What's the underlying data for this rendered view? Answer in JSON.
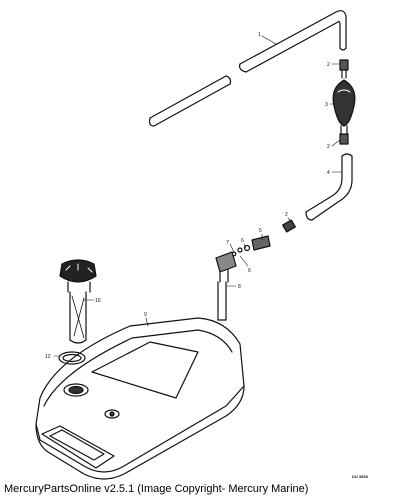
{
  "footer": {
    "text": "MercuryPartsOnline v2.5.1 (Image Copyright- Mercury Marine)"
  },
  "diagram": {
    "code": "DU 3898",
    "callouts": [
      "1",
      "2",
      "3",
      "2",
      "4",
      "2",
      "5",
      "6",
      "7",
      "6",
      "8",
      "9",
      "10",
      "12"
    ]
  },
  "colors": {
    "ink": "#111111",
    "background": "#ffffff"
  }
}
